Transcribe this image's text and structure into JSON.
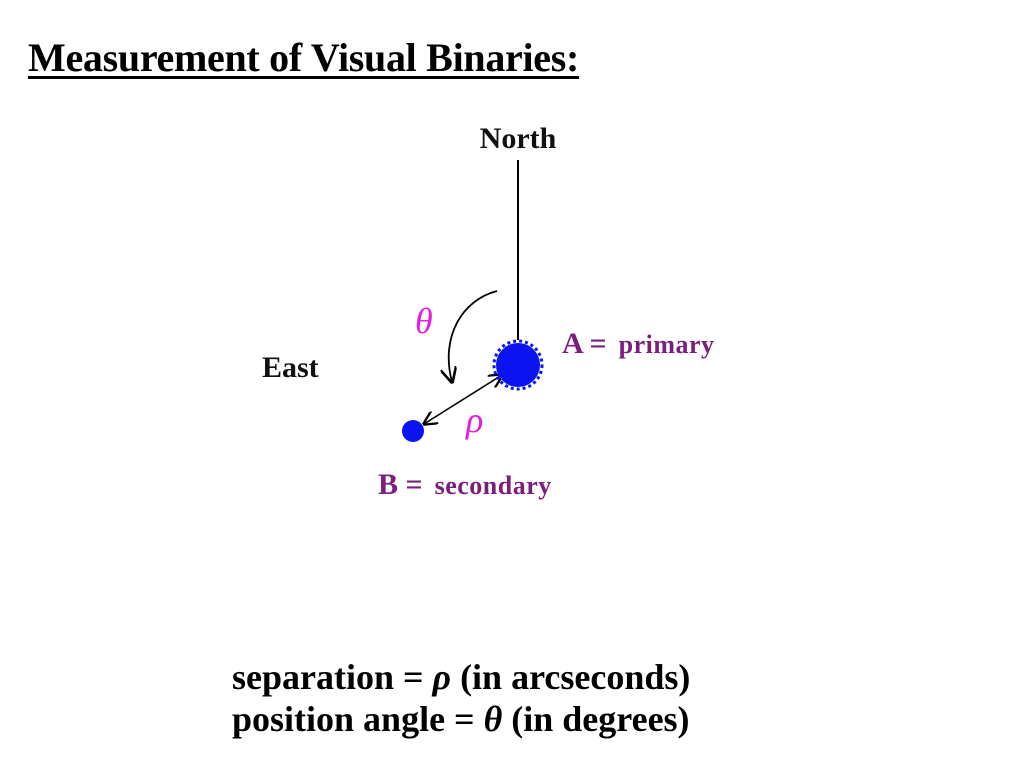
{
  "title": "Measurement of Visual Binaries:",
  "diagram": {
    "north_label": "North",
    "east_label": "East",
    "primary": {
      "letter": "A =",
      "name": "primary"
    },
    "secondary": {
      "letter": "B =",
      "name": "secondary"
    },
    "theta_symbol": "θ",
    "rho_symbol": "ρ",
    "colors": {
      "stars": "#0a14f0",
      "labels": "#7a1f7e",
      "greek": "#e020e0",
      "lines": "#000000"
    }
  },
  "definitions": [
    {
      "lead": "separation =",
      "symbol": "ρ",
      "unit": "(in arcseconds)"
    },
    {
      "lead": "position angle =",
      "symbol": "θ",
      "unit": "(in degrees)"
    }
  ]
}
